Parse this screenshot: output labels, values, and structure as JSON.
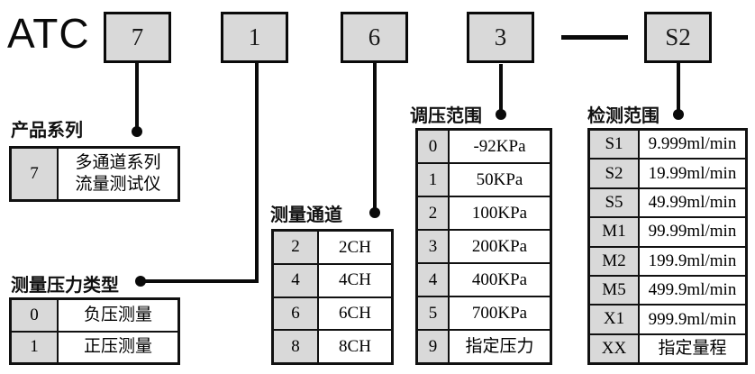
{
  "model_code": {
    "prefix": "ATC",
    "segments": [
      "7",
      "1",
      "6",
      "3",
      "S2"
    ]
  },
  "sections": [
    {
      "title": "产品系列",
      "rows": [
        {
          "key": "7",
          "value": "多通道系列\n流量测试仪"
        }
      ]
    },
    {
      "title": "测量压力类型",
      "rows": [
        {
          "key": "0",
          "value": "负压测量"
        },
        {
          "key": "1",
          "value": "正压测量"
        }
      ]
    },
    {
      "title": "测量通道",
      "rows": [
        {
          "key": "2",
          "value": "2CH"
        },
        {
          "key": "4",
          "value": "4CH"
        },
        {
          "key": "6",
          "value": "6CH"
        },
        {
          "key": "8",
          "value": "8CH"
        }
      ]
    },
    {
      "title": "调压范围",
      "rows": [
        {
          "key": "0",
          "value": "-92KPa"
        },
        {
          "key": "1",
          "value": "50KPa"
        },
        {
          "key": "2",
          "value": "100KPa"
        },
        {
          "key": "3",
          "value": "200KPa"
        },
        {
          "key": "4",
          "value": "400KPa"
        },
        {
          "key": "5",
          "value": "700KPa"
        },
        {
          "key": "9",
          "value": "指定压力"
        }
      ]
    },
    {
      "title": "检测范围",
      "rows": [
        {
          "key": "S1",
          "value": "9.999ml/min"
        },
        {
          "key": "S2",
          "value": "19.99ml/min"
        },
        {
          "key": "S5",
          "value": "49.99ml/min"
        },
        {
          "key": "M1",
          "value": "99.99ml/min"
        },
        {
          "key": "M2",
          "value": "199.9ml/min"
        },
        {
          "key": "M5",
          "value": "499.9ml/min"
        },
        {
          "key": "X1",
          "value": "999.9ml/min"
        },
        {
          "key": "XX",
          "value": "指定量程"
        }
      ]
    }
  ],
  "colors": {
    "box_fill": "#d9d9d9",
    "line": "#0a0a0a",
    "background": "#ffffff"
  }
}
